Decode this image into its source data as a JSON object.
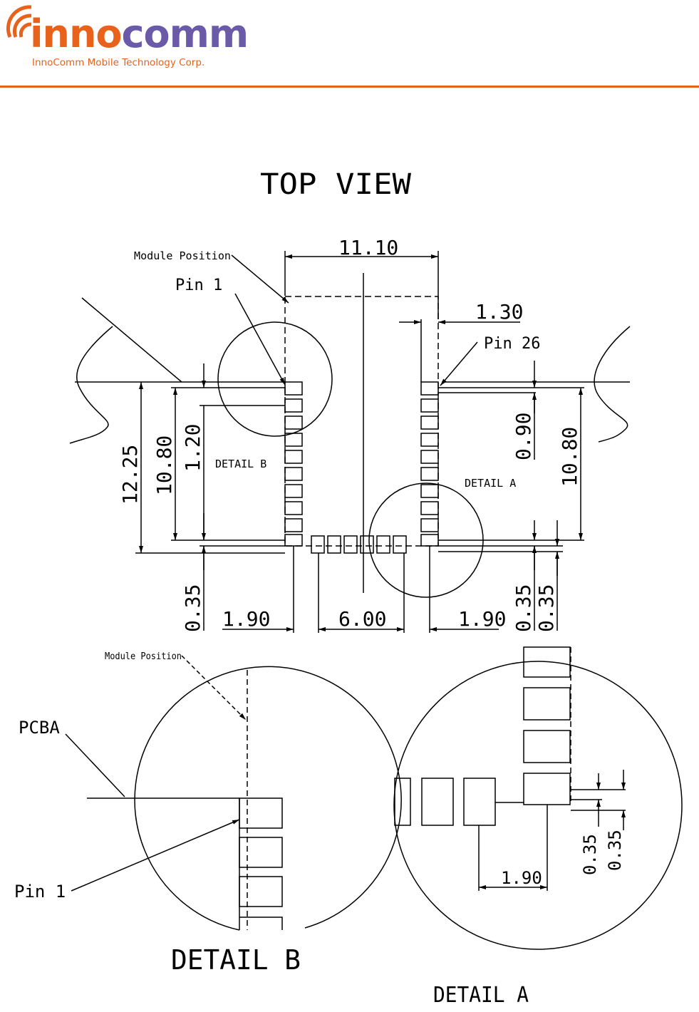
{
  "header": {
    "logo_inno": "inno",
    "logo_comm": "comm",
    "logo_tagline": "InnoComm Mobile Technology Corp.",
    "brand_color": "#e8621c",
    "brand_color_2": "#6a5aa8"
  },
  "top_view": {
    "title": "TOP VIEW",
    "label_module_position": "Module Position",
    "label_pin1": "Pin 1",
    "label_pin26": "Pin 26",
    "label_detail_b": "DETAIL B",
    "label_detail_a": "DETAIL A",
    "dim_width": "11.10",
    "dim_right_offset": "1.30",
    "dim_outer_height": "12.25",
    "dim_left_height": "10.80",
    "dim_pin1_offset": "1.20",
    "dim_pin26_offset": "0.90",
    "dim_right_height": "10.80",
    "dim_bottom_left_gap": "0.35",
    "dim_bottom_right_gap_1": "0.35",
    "dim_bottom_right_gap_2": "0.35",
    "dim_left_margin": "1.90",
    "dim_center_span": "6.00",
    "dim_right_margin": "1.90"
  },
  "detail_b": {
    "label_module_position": "Module Position",
    "label_pcba": "PCBA",
    "label_pin1": "Pin 1",
    "caption": "DETAIL B"
  },
  "detail_a": {
    "dim_gap_1": "0.35",
    "dim_gap_2": "0.35",
    "dim_offset": "1.90",
    "caption": "DETAIL A"
  }
}
